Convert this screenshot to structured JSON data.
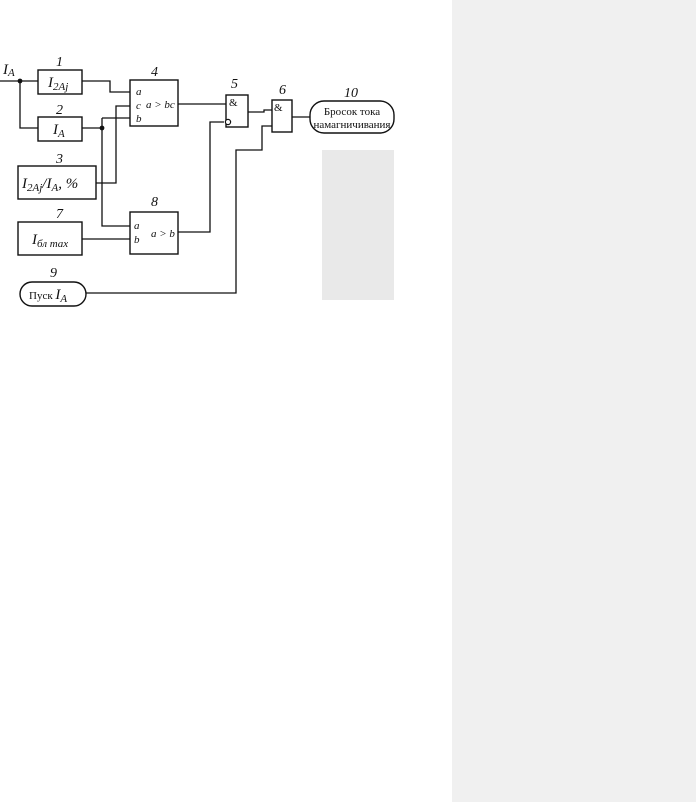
{
  "diagram": {
    "input_label": "I",
    "input_sub": "A",
    "blocks": [
      {
        "id": "1",
        "num": "1",
        "label": "I",
        "sub": "2Aj"
      },
      {
        "id": "2",
        "num": "2",
        "label": "I",
        "sub": "A"
      },
      {
        "id": "3",
        "num": "3",
        "label": "I",
        "sub": "2Aj",
        "label2": "/I",
        "sub2": "A",
        "suffix": ", %"
      },
      {
        "id": "4",
        "num": "4",
        "inputs": [
          "a",
          "c",
          "b"
        ],
        "op": "a > bc"
      },
      {
        "id": "5",
        "num": "5",
        "op": "&"
      },
      {
        "id": "6",
        "num": "6",
        "op": "&"
      },
      {
        "id": "7",
        "num": "7",
        "label": "I",
        "sub": "бл max"
      },
      {
        "id": "8",
        "num": "8",
        "inputs": [
          "a",
          "b"
        ],
        "op": "a > b"
      },
      {
        "id": "9",
        "num": "9",
        "label": "Пуск ",
        "label_i": "I",
        "sub": "A"
      },
      {
        "id": "10",
        "num": "10",
        "line1": "Бросок тока",
        "line2": "намагничивания"
      }
    ]
  }
}
